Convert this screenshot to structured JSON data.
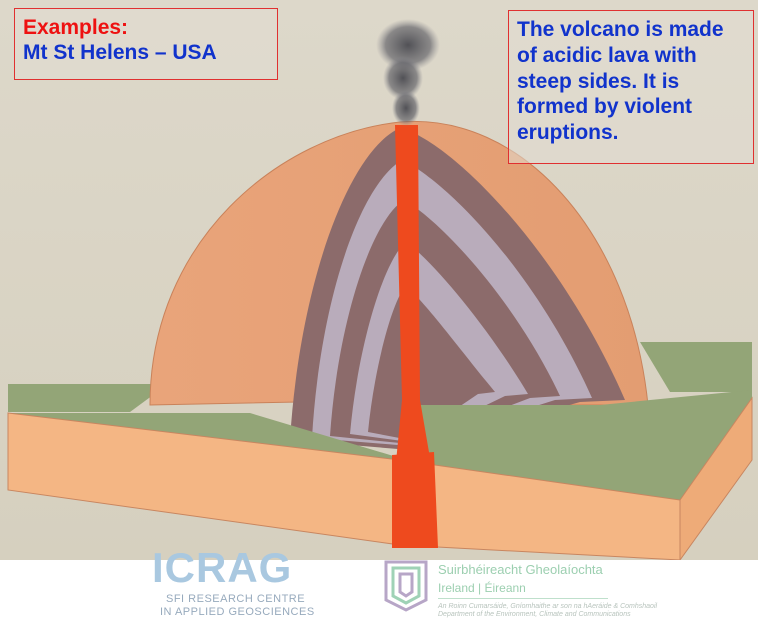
{
  "examples_box": {
    "heading": "Examples:",
    "example": "Mt St Helens – USA"
  },
  "description_box": {
    "lines": [
      "The volcano is made",
      "of acidic lava with",
      "steep sides. It is",
      "formed by violent",
      "eruptions."
    ]
  },
  "logos": {
    "icrag": {
      "wordmark": "ICRAG",
      "line1": "SFI RESEARCH CENTRE",
      "line2": "IN APPLIED GEOSCIENCES"
    },
    "gsi": {
      "name": "Suirbhéireacht Gheolaíochta",
      "country": "Ireland | Éireann",
      "dept_line1": "An Roinn Cumarsáide, Gníomhaithe ar son na hAeráide & Comhshaoil",
      "dept_line2": "Department of the Environment, Climate and Communications"
    }
  },
  "colors": {
    "background": "#dcd6c6",
    "cone": "#e5a277",
    "layer_dark": "#8c6b6b",
    "layer_light": "#b9acbb",
    "lava": "#ee4a1e",
    "ground": "#93a577",
    "block_front": "#f4b684",
    "smoke": "#5a5a60",
    "box_border": "#e03030",
    "heading_text": "#ee1111",
    "body_text": "#1133cc"
  }
}
